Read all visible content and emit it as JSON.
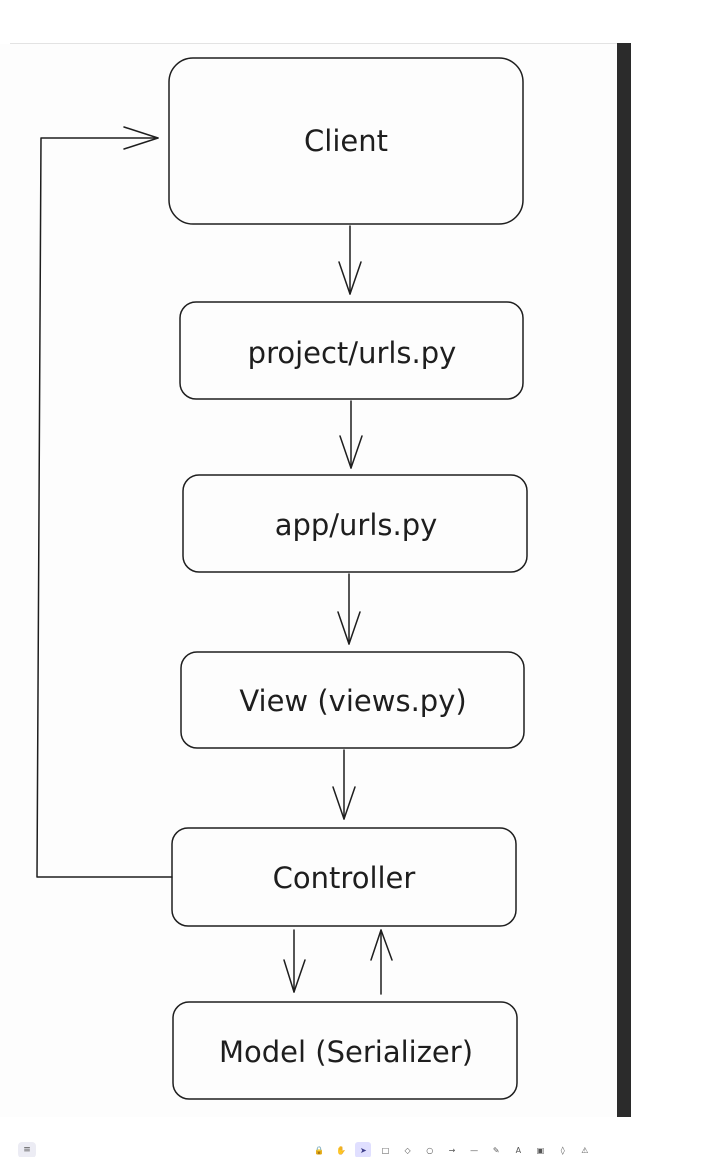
{
  "diagram": {
    "nodes": [
      {
        "id": "client",
        "label": "Client"
      },
      {
        "id": "project-urls",
        "label": "project/urls.py"
      },
      {
        "id": "app-urls",
        "label": "app/urls.py"
      },
      {
        "id": "view",
        "label": "View (views.py)"
      },
      {
        "id": "controller",
        "label": "Controller"
      },
      {
        "id": "model",
        "label": "Model (Serializer)"
      }
    ],
    "edges": [
      {
        "from": "client",
        "to": "project-urls"
      },
      {
        "from": "project-urls",
        "to": "app-urls"
      },
      {
        "from": "app-urls",
        "to": "view"
      },
      {
        "from": "view",
        "to": "controller"
      },
      {
        "from": "controller",
        "to": "model"
      },
      {
        "from": "model",
        "to": "controller"
      },
      {
        "from": "controller",
        "to": "client"
      }
    ]
  },
  "toolbar": {
    "menu_icon": "hamburger-menu-icon",
    "tools": [
      {
        "icon": "lock-icon",
        "glyph": "🔒"
      },
      {
        "icon": "hand-icon",
        "glyph": "✋"
      },
      {
        "icon": "selection-icon",
        "glyph": "➤",
        "active": true
      },
      {
        "icon": "rectangle-icon",
        "glyph": "□"
      },
      {
        "icon": "diamond-icon",
        "glyph": "◇"
      },
      {
        "icon": "ellipse-icon",
        "glyph": "○"
      },
      {
        "icon": "arrow-icon",
        "glyph": "→"
      },
      {
        "icon": "line-icon",
        "glyph": "—"
      },
      {
        "icon": "pencil-icon",
        "glyph": "✎"
      },
      {
        "icon": "text-icon",
        "glyph": "A"
      },
      {
        "icon": "image-icon",
        "glyph": "▣"
      },
      {
        "icon": "eraser-icon",
        "glyph": "◊"
      },
      {
        "icon": "library-icon",
        "glyph": "⚠"
      }
    ]
  }
}
